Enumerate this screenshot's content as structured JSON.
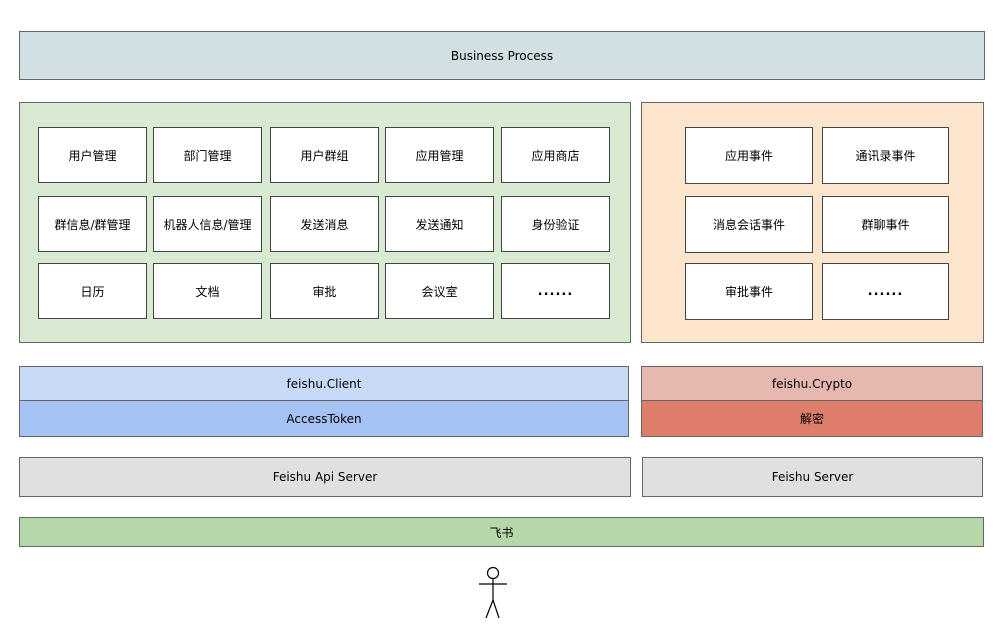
{
  "top_bar": {
    "label": "Business Process",
    "fill": "#d0e0e3"
  },
  "api_panel": {
    "fill": "#d9ead3",
    "rows": [
      [
        "用户管理",
        "部门管理",
        "用户群组",
        "应用管理",
        "应用商店"
      ],
      [
        "群信息/群管理",
        "机器人信息/管理",
        "发送消息",
        "发送通知",
        "身份验证"
      ],
      [
        "日历",
        "文档",
        "审批",
        "会议室",
        "......"
      ]
    ]
  },
  "event_panel": {
    "fill": "#fce5cd",
    "rows": [
      [
        "应用事件",
        "通讯录事件"
      ],
      [
        "消息会话事件",
        "群聊事件"
      ],
      [
        "审批事件",
        "......"
      ]
    ]
  },
  "client_layer": {
    "client": {
      "label": "feishu.Client",
      "fill": "#c9daf8"
    },
    "token": {
      "label": "AccessToken",
      "fill": "#a4c2f4"
    }
  },
  "crypto_layer": {
    "crypto": {
      "label": "feishu.Crypto",
      "fill": "#e6b8af"
    },
    "decrypt": {
      "label": "解密",
      "fill": "#dd7e6b"
    }
  },
  "servers": {
    "api_server": {
      "label": "Feishu Api Server",
      "fill": "#e0e0e0"
    },
    "event_server": {
      "label": "Feishu Server",
      "fill": "#e0e0e0"
    }
  },
  "base_bar": {
    "label": "飞书",
    "fill": "#b6d7a8"
  },
  "actor": {
    "icon": "stick-figure-actor-icon"
  }
}
